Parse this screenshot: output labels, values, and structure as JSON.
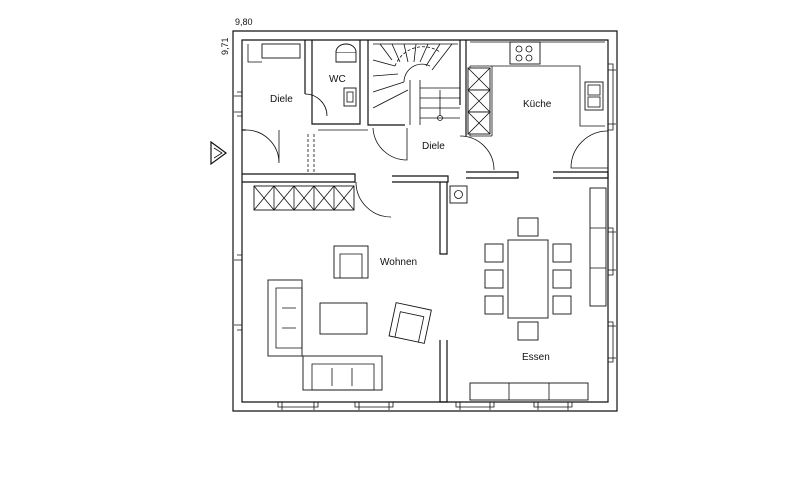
{
  "dimensions": {
    "width": "9,80",
    "depth": "9,71"
  },
  "rooms": {
    "diele_left": "Diele",
    "wc": "WC",
    "kueche": "Küche",
    "diele_center": "Diele",
    "wohnen": "Wohnen",
    "essen": "Essen"
  },
  "colors": {
    "line": "#111111",
    "background": "#ffffff"
  }
}
